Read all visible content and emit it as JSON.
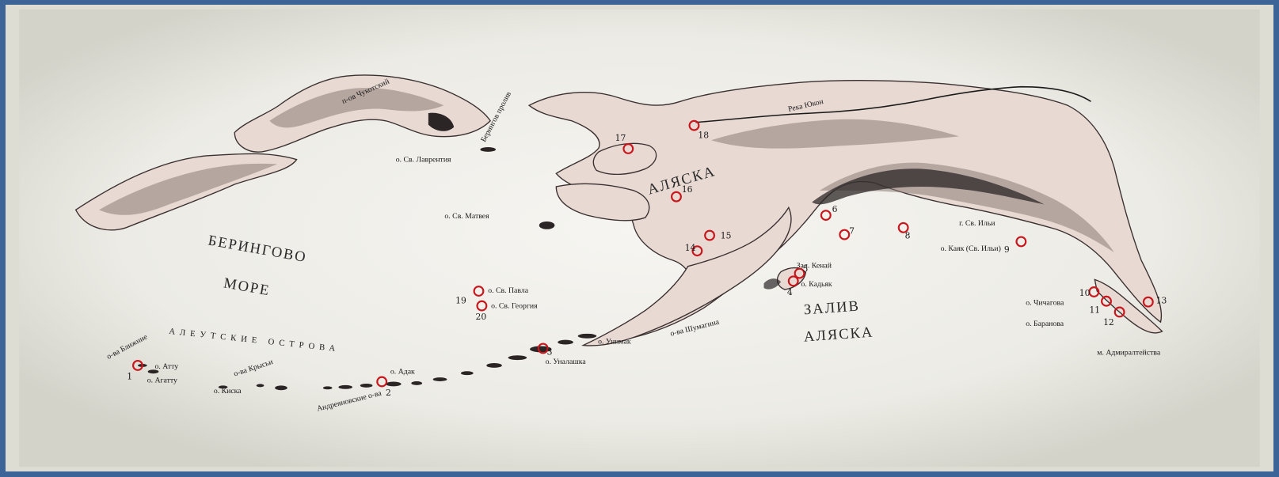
{
  "sea_labels": {
    "bering_1": "БЕРИНГОВО",
    "bering_2": "МОРЕ",
    "gulf_1": "ЗАЛИВ",
    "gulf_2": "АЛЯСКА",
    "aleutian": "АЛЕУТСКИЕ ОСТРОВА",
    "alaska": "АЛЯСКА"
  },
  "place_labels": {
    "chukotka": "п-ов Чукотский",
    "bering_strait": "Берингов пролив",
    "st_lawrence": "о. Св. Лаврентия",
    "st_matthew": "о. Св. Матвея",
    "yukon": "Река Юкон",
    "st_paul": "о. Св. Павла",
    "st_george": "о. Св. Георгия",
    "commander": "о-ва Ближние",
    "attu": "о. Атту",
    "agattu": "о. Агатту",
    "kiska": "о. Киска",
    "rat": "о-ва Крысьи",
    "adak": "о. Адак",
    "andreanof": "Андреяновские о-ва",
    "unalaska": "о. Уналашка",
    "unimak": "о. Унимак",
    "shumagin": "о-ва Шумагина",
    "kodiak": "о. Кадьяк",
    "cook": "Зал. Кенай",
    "kayak": "о. Каяк (Св. Ильи)",
    "st_elias": "г. Св. Ильи",
    "chichagof": "о. Чичагова",
    "baranof": "о. Баранова",
    "cape": "м. Адмиралтейства"
  },
  "markers": [
    "1",
    "2",
    "3",
    "4",
    "5",
    "6",
    "7",
    "8",
    "9",
    "10",
    "11",
    "12",
    "13",
    "14",
    "15",
    "16",
    "17",
    "18",
    "19",
    "20"
  ]
}
